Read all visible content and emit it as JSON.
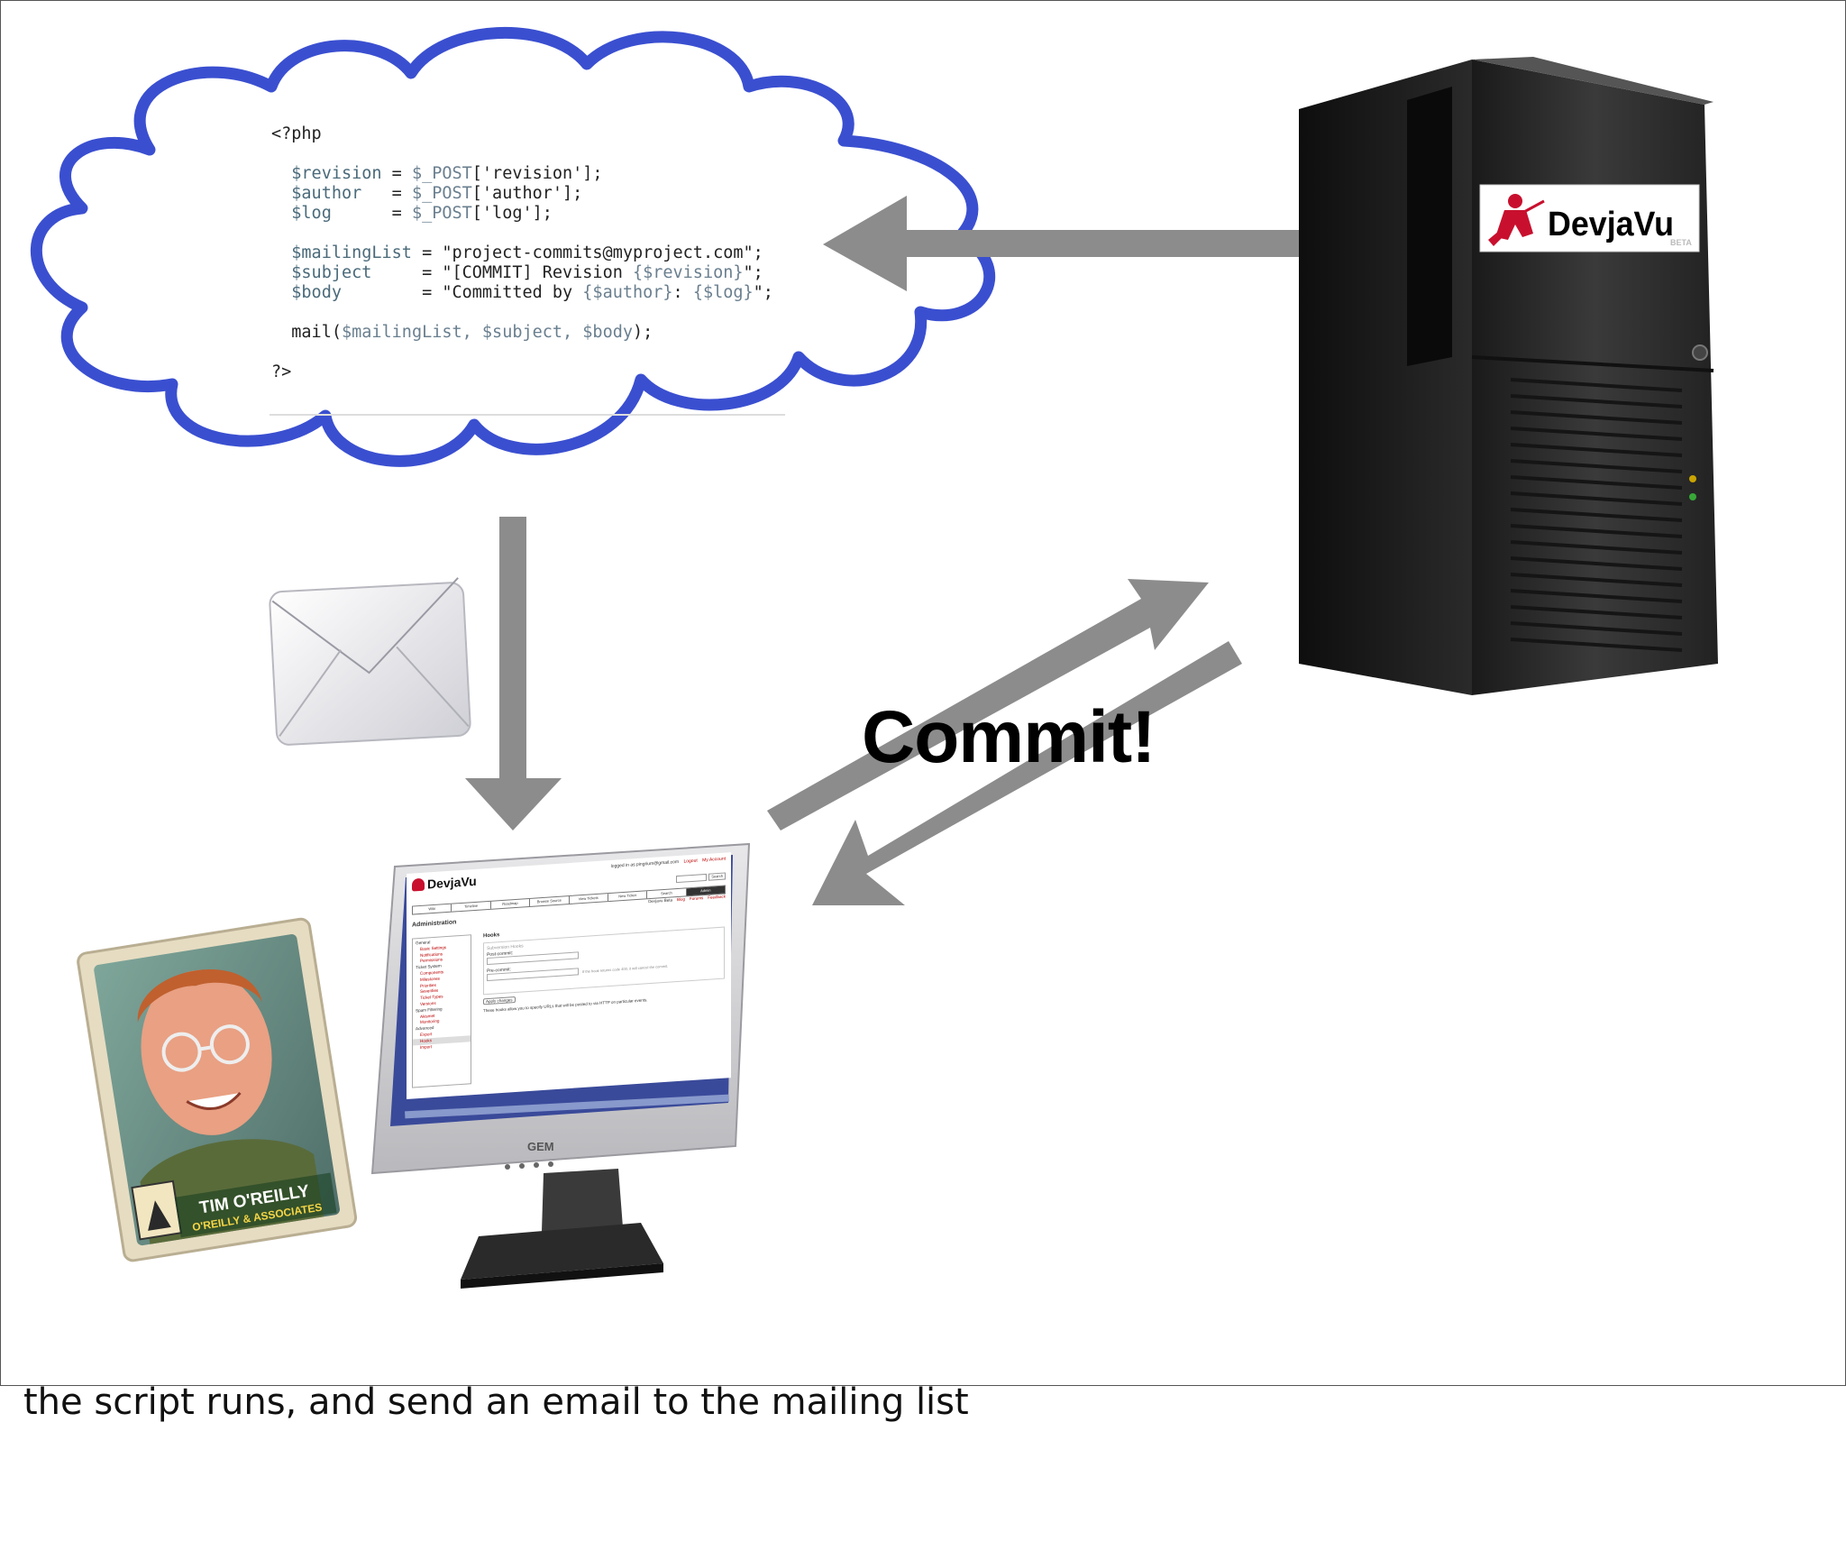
{
  "caption": "the script runs, and send an email to the mailing list",
  "commit_label": "Commit!",
  "code": {
    "open_tag": "<?php",
    "close_tag": "?>",
    "lines": [
      {
        "var": "$revision",
        "pad": " = ",
        "src": "$_POST",
        "key": "['revision'];"
      },
      {
        "var": "$author",
        "pad": "   = ",
        "src": "$_POST",
        "key": "['author'];"
      },
      {
        "var": "$log",
        "pad": "      = ",
        "src": "$_POST",
        "key": "['log'];"
      }
    ],
    "mailing_var": "$mailingList",
    "mailing_val": " = \"project-commits@myproject.com\";",
    "subject_var": "$subject",
    "subject_val_a": "     = \"[COMMIT] Revision ",
    "subject_interp": "{$revision}",
    "subject_val_b": "\";",
    "body_var": "$body",
    "body_val_a": "        = \"Committed by ",
    "body_interp_a": "{$author}",
    "body_sep": ": ",
    "body_interp_b": "{$log}",
    "body_val_b": "\";",
    "mail_fn": "mail(",
    "mail_args": "$mailingList, $subject, $body",
    "mail_end": ");"
  },
  "server_logo": {
    "brand": "DevjaVu",
    "tag": "BETA"
  },
  "card": {
    "name": "TIM O'REILLY",
    "company": "O'REILLY & ASSOCIATES"
  },
  "monitor": {
    "brand_badge": "GEM",
    "screen": {
      "logo": "DevjaVu",
      "login_text": "logged in as pingrium@gmail.com",
      "logout": "Logout",
      "my_account": "My Account",
      "search_button": "Search",
      "nav": [
        "Wiki",
        "Timeline",
        "Roadmap",
        "Browse Source",
        "View Tickets",
        "New Ticket",
        "Search",
        "Admin"
      ],
      "subnav": [
        "Devjavu Beta",
        "Blog",
        "Forums",
        "Feedback"
      ],
      "page_title": "Administration",
      "sidebar": [
        {
          "label": "General",
          "sub": false
        },
        {
          "label": "Basic Settings",
          "sub": true
        },
        {
          "label": "Notifications",
          "sub": true
        },
        {
          "label": "Permissions",
          "sub": true
        },
        {
          "label": "Ticket System",
          "sub": false
        },
        {
          "label": "Components",
          "sub": true
        },
        {
          "label": "Milestones",
          "sub": true
        },
        {
          "label": "Priorities",
          "sub": true
        },
        {
          "label": "Severities",
          "sub": true
        },
        {
          "label": "Ticket Types",
          "sub": true
        },
        {
          "label": "Versions",
          "sub": true
        },
        {
          "label": "Spam Filtering",
          "sub": false
        },
        {
          "label": "Akismet",
          "sub": true
        },
        {
          "label": "Monitoring",
          "sub": true
        },
        {
          "label": "Advanced",
          "sub": false
        },
        {
          "label": "Export",
          "sub": true
        },
        {
          "label": "Hooks",
          "sub": true
        },
        {
          "label": "Import",
          "sub": true
        }
      ],
      "section_title": "Hooks",
      "fieldset_legend": "Subversion Hooks",
      "post_commit_label": "Post-commit:",
      "pre_commit_label": "Pre-commit:",
      "pre_commit_hint": "If the hook returns code 400, it will cancel the commit.",
      "apply_button": "Apply changes",
      "help_text": "These hooks allow you to specify URLs that will be posted to via HTTP on particular events."
    }
  },
  "colors": {
    "cloud_stroke": "#3a4fd0",
    "arrow": "#8c8c8c",
    "brand_red": "#c8102e",
    "server_body": "#2a2a2a"
  }
}
